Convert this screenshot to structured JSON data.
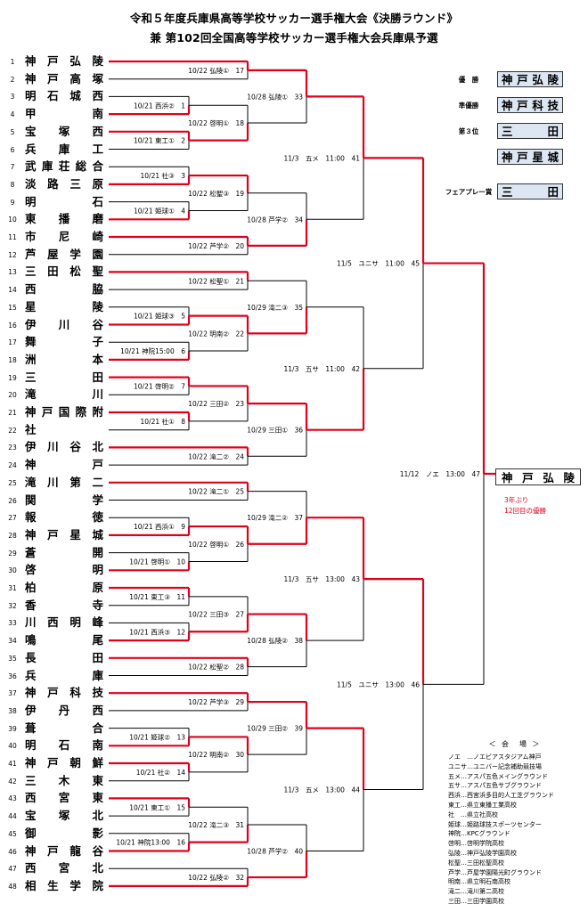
{
  "header": {
    "title_line1": "令和５年度兵庫県高等学校サッカー選手権大会《決勝ラウンド》",
    "title_line2": "兼 第102回全国高等学校サッカー選手権大会兵庫県予選"
  },
  "teams": [
    {
      "no": "1",
      "name": "神戸弘陵"
    },
    {
      "no": "2",
      "name": "神戸高塚"
    },
    {
      "no": "3",
      "name": "明石城西"
    },
    {
      "no": "4",
      "name": "甲南"
    },
    {
      "no": "5",
      "name": "宝塚西"
    },
    {
      "no": "6",
      "name": "兵庫工"
    },
    {
      "no": "7",
      "name": "武庫荘総合"
    },
    {
      "no": "8",
      "name": "淡路三原"
    },
    {
      "no": "9",
      "name": "明石"
    },
    {
      "no": "10",
      "name": "東播磨"
    },
    {
      "no": "11",
      "name": "市尼崎"
    },
    {
      "no": "12",
      "name": "芦屋学園"
    },
    {
      "no": "13",
      "name": "三田松聖"
    },
    {
      "no": "14",
      "name": "西脇"
    },
    {
      "no": "15",
      "name": "星陵"
    },
    {
      "no": "16",
      "name": "伊川谷"
    },
    {
      "no": "17",
      "name": "舞子"
    },
    {
      "no": "18",
      "name": "洲本"
    },
    {
      "no": "19",
      "name": "三田"
    },
    {
      "no": "20",
      "name": "滝川"
    },
    {
      "no": "21",
      "name": "神戸国際附"
    },
    {
      "no": "22",
      "name": "社"
    },
    {
      "no": "23",
      "name": "伊川谷北"
    },
    {
      "no": "24",
      "name": "神戸"
    },
    {
      "no": "25",
      "name": "滝川第二"
    },
    {
      "no": "26",
      "name": "関学"
    },
    {
      "no": "27",
      "name": "報徳"
    },
    {
      "no": "28",
      "name": "神戸星城"
    },
    {
      "no": "29",
      "name": "蒼開"
    },
    {
      "no": "30",
      "name": "啓明"
    },
    {
      "no": "31",
      "name": "柏原"
    },
    {
      "no": "32",
      "name": "香寺"
    },
    {
      "no": "33",
      "name": "川西明峰"
    },
    {
      "no": "34",
      "name": "鳴尾"
    },
    {
      "no": "35",
      "name": "長田"
    },
    {
      "no": "36",
      "name": "兵庫"
    },
    {
      "no": "37",
      "name": "神戸科技"
    },
    {
      "no": "38",
      "name": "伊丹西"
    },
    {
      "no": "39",
      "name": "葺合"
    },
    {
      "no": "40",
      "name": "明石南"
    },
    {
      "no": "41",
      "name": "神戸朝鮮"
    },
    {
      "no": "42",
      "name": "三木東"
    },
    {
      "no": "43",
      "name": "西宮東"
    },
    {
      "no": "44",
      "name": "宝塚北"
    },
    {
      "no": "45",
      "name": "御影"
    },
    {
      "no": "46",
      "name": "神戸龍谷"
    },
    {
      "no": "47",
      "name": "西宮北"
    },
    {
      "no": "48",
      "name": "相生学院"
    }
  ],
  "results": [
    {
      "label": "優　勝",
      "team": "神戸弘陵"
    },
    {
      "label": "準優勝",
      "team": "神戸科技"
    },
    {
      "label": "第３位",
      "team": "三田"
    },
    {
      "label": "",
      "team": "神戸星城"
    },
    {
      "label": "フェアプレー賞",
      "team": "三田"
    }
  ],
  "champion": {
    "name": "神戸弘陵",
    "note_line1": "3年ぶり",
    "note_line2": "12回目の優勝"
  },
  "accent_color": "#e0001b",
  "venues": {
    "title": "＜ 会　場 ＞",
    "lines": [
      "ノエ　…ノエビアスタジアム神戸",
      "ユニサ…ユニバー記念補助競技場",
      "五メ…アスパ五色メイングラウンド",
      "五サ…アスパ五色サブグラウンド",
      "西浜…西宮浜多目的人工芝グラウンド",
      "東工…県立東播工業高校",
      "社　…県立社高校",
      "姫球…姫路球技スポーツセンター",
      "神院…KPCグラウンド",
      "啓明…啓明学院高校",
      "弘陵…神戸弘陵学園高校",
      "松聖…三田松聖高校",
      "芦学…芦屋学園陽光町グラウンド",
      "明南…県立明石南高校",
      "滝二…滝川第二高校",
      "三田…三田学園高校"
    ]
  },
  "matches": {
    "m1": {
      "label": "10/21 西浜②　1"
    },
    "m2": {
      "label": "10/21 東工①　2"
    },
    "m3": {
      "label": "10/21 社③　3"
    },
    "m4": {
      "label": "10/21 姫球①　4"
    },
    "m5": {
      "label": "10/21 姫球③　5"
    },
    "m6": {
      "label": "10/21 神院15:00　6"
    },
    "m7": {
      "label": "10/21 啓明②　7"
    },
    "m8": {
      "label": "10/21 社①　8"
    },
    "m9": {
      "label": "10/21 西浜①　9"
    },
    "m10": {
      "label": "10/21 啓明①　10"
    },
    "m11": {
      "label": "10/21 東工③　11"
    },
    "m12": {
      "label": "10/21 西浜③　12"
    },
    "m13": {
      "label": "10/21 姫球②　13"
    },
    "m14": {
      "label": "10/21 社②　14"
    },
    "m15": {
      "label": "10/21 東工①　15"
    },
    "m16": {
      "label": "10/21 神院13:00　16"
    },
    "m17": {
      "label": "10/22 弘陵①　17"
    },
    "m18": {
      "label": "10/22 啓明①　18"
    },
    "m19": {
      "label": "10/22 松聖③　19"
    },
    "m20": {
      "label": "10/22 芦学②　20"
    },
    "m21": {
      "label": "10/22 松聖①　21"
    },
    "m22": {
      "label": "10/22 明南②　22"
    },
    "m23": {
      "label": "10/22 三田②　23"
    },
    "m24": {
      "label": "10/22 滝二②　24"
    },
    "m25": {
      "label": "10/22 滝二①　25"
    },
    "m26": {
      "label": "10/22 啓明①　26"
    },
    "m27": {
      "label": "10/22 三田③　27"
    },
    "m28": {
      "label": "10/22 松聖②　28"
    },
    "m29": {
      "label": "10/22 芦学③　29"
    },
    "m30": {
      "label": "10/22 明南②　30"
    },
    "m31": {
      "label": "10/22 滝二③　31"
    },
    "m32": {
      "label": "10/22 弘陵②　32"
    },
    "m33": {
      "label": "10/28 弘陵①　33"
    },
    "m34": {
      "label": "10/28 芦学②　34"
    },
    "m35": {
      "label": "10/29 滝二③　35"
    },
    "m36": {
      "label": "10/29 三田①　36"
    },
    "m37": {
      "label": "10/29 滝二②　37"
    },
    "m38": {
      "label": "10/28 弘陵②　38"
    },
    "m39": {
      "label": "10/29 三田②　39"
    },
    "m40": {
      "label": "10/28 芦学②　40"
    },
    "m41": {
      "label": "11/3　五メ　11:00　41"
    },
    "m42": {
      "label": "11/3　五サ　11:00　42"
    },
    "m43": {
      "label": "11/3　五サ　13:00　43"
    },
    "m44": {
      "label": "11/3　五メ　13:00　44"
    },
    "m45": {
      "label": "11/5　ユニサ　11:00　45"
    },
    "m46": {
      "label": "11/5　ユニサ　13:00　46"
    },
    "m47": {
      "label": "11/12　ノエ　13:00　47"
    }
  }
}
